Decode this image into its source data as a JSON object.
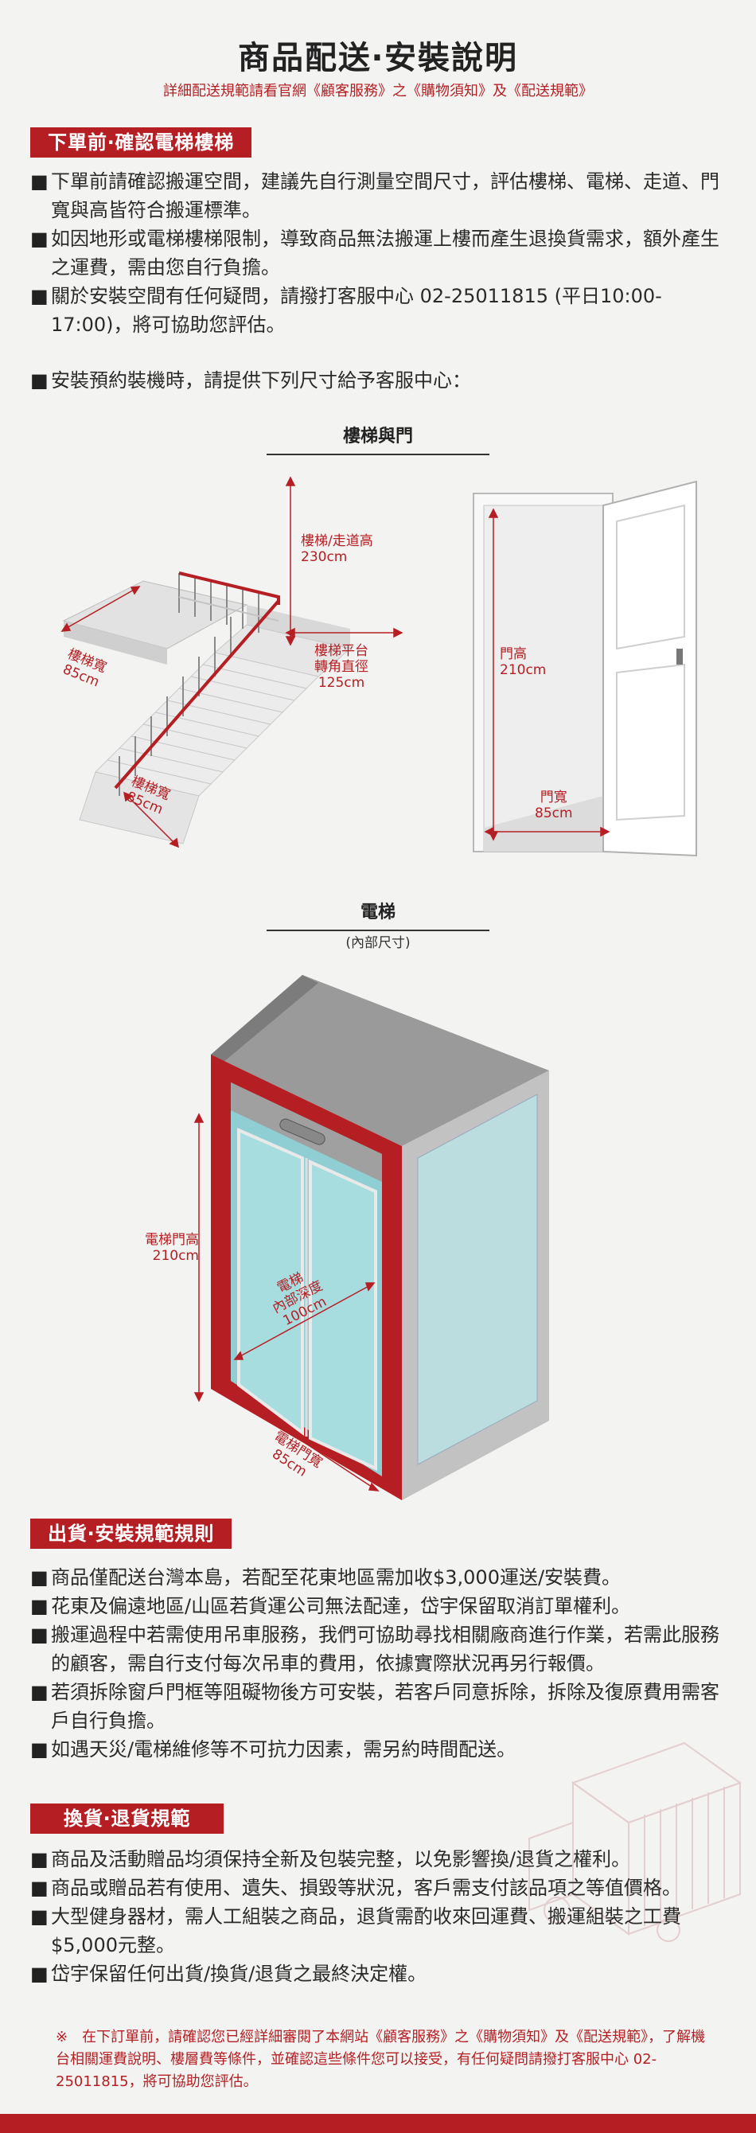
{
  "header": {
    "title": "商品配送‧安裝說明",
    "subtitle": "詳細配送規範請看官網《顧客服務》之《購物須知》及《配送規範》"
  },
  "section1": {
    "tag": "下單前‧確認電梯樓梯",
    "bullets": [
      "下單前請確認搬運空間，建議先自行測量空間尺寸，評估樓梯、電梯、走道、門寬與高皆符合搬運標準。",
      "如因地形或電梯樓梯限制，導致商品無法搬運上樓而產生退換貨需求，額外產生之運費，需由您自行負擔。",
      "關於安裝空間有任何疑問，請撥打客服中心 02-25011815 (平日10:00-17:00)，將可協助您評估。"
    ],
    "install_note": "安裝預約裝機時，請提供下列尺寸給予客服中心："
  },
  "diagram_stairs_door": {
    "title": "樓梯與門",
    "stair_height_label": "樓梯/走道高",
    "stair_height_value": "230cm",
    "landing_label_1": "樓梯平台",
    "landing_label_2": "轉角直徑",
    "landing_value": "125cm",
    "stair_width_top_label": "樓梯寬",
    "stair_width_top_value": "85cm",
    "stair_width_bottom_label": "樓梯寬",
    "stair_width_bottom_value": "85cm",
    "door_height_label": "門高",
    "door_height_value": "210cm",
    "door_width_label": "門寬",
    "door_width_value": "85cm"
  },
  "diagram_elevator": {
    "title": "電梯",
    "subtitle": "(內部尺寸)",
    "door_height_label": "電梯門高",
    "door_height_value": "210cm",
    "depth_label_1": "電梯",
    "depth_label_2": "內部深度",
    "depth_value": "100cm",
    "door_width_label": "電梯門寬",
    "door_width_value": "85cm"
  },
  "section2": {
    "tag": "出貨‧安裝規範規則",
    "bullets": [
      "商品僅配送台灣本島，若配至花東地區需加收$3,000運送/安裝費。",
      "花東及偏遠地區/山區若貨運公司無法配達，岱宇保留取消訂單權利。",
      "搬運過程中若需使用吊車服務，我們可協助尋找相關廠商進行作業，若需此服務的顧客，需自行支付每次吊車的費用，依據實際狀況再另行報價。",
      "若須拆除窗戶門框等阻礙物後方可安裝，若客戶同意拆除，拆除及復原費用需客戶自行負擔。",
      "如遇天災/電梯維修等不可抗力因素，需另約時間配送。"
    ]
  },
  "section3": {
    "tag": "換貨‧退貨規範",
    "bullets": [
      "商品及活動贈品均須保持全新及包裝完整，以免影響換/退貨之權利。",
      "商品或贈品若有使用、遺失、損毀等狀況，客戶需支付該品項之等值價格。",
      "大型健身器材，需人工組裝之商品，退貨需酌收來回運費、搬運組裝之工費$5,000元整。",
      "岱宇保留任何出貨/換貨/退貨之最終決定權。"
    ]
  },
  "footer": {
    "note": "※　在下訂單前，請確認您已經詳細審閱了本網站《顧客服務》之《購物須知》及《配送規範》，了解機台相關運費說明、樓層費等條件，並確認這些條件您可以接受，有任何疑問請撥打客服中心 02-25011815，將可協助您評估。"
  },
  "colors": {
    "accent": "#b51f24",
    "background": "#f3f3f1"
  },
  "icons": [
    "bullet-square-icon"
  ]
}
